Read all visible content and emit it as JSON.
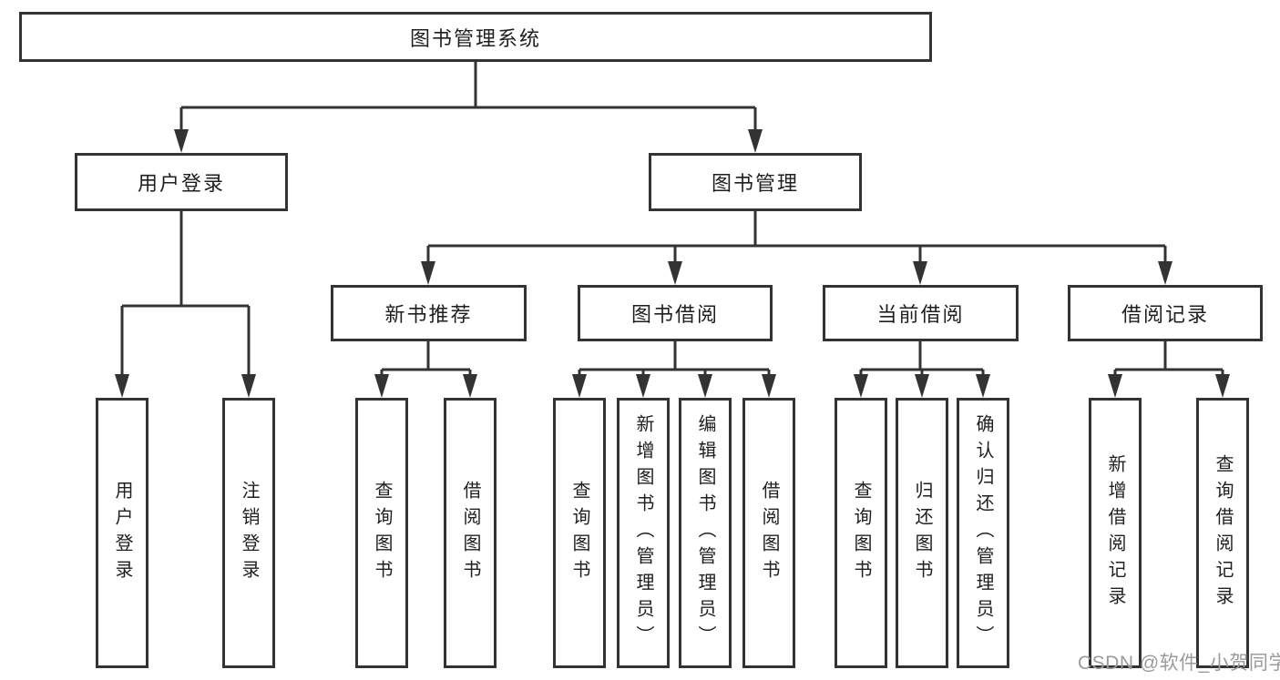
{
  "tree": {
    "root": {
      "label": "图书管理系统"
    },
    "branches": [
      {
        "label": "用户登录",
        "children": [
          {
            "label": "用户登录"
          },
          {
            "label": "注销登录"
          }
        ]
      },
      {
        "label": "图书管理",
        "children": [
          {
            "label": "新书推荐",
            "children": [
              {
                "label": "查询图书"
              },
              {
                "label": "借阅图书"
              }
            ]
          },
          {
            "label": "图书借阅",
            "children": [
              {
                "label": "查询图书"
              },
              {
                "label": "新增图书（管理员）"
              },
              {
                "label": "编辑图书（管理员）"
              },
              {
                "label": "借阅图书"
              }
            ]
          },
          {
            "label": "当前借阅",
            "children": [
              {
                "label": "查询图书"
              },
              {
                "label": "归还图书"
              },
              {
                "label": "确认归还（管理员）"
              }
            ]
          },
          {
            "label": "借阅记录",
            "children": [
              {
                "label": "新增借阅记录"
              },
              {
                "label": "查询借阅记录"
              }
            ]
          }
        ]
      }
    ]
  },
  "watermark": {
    "text": "CSDN @软件_小贺同学",
    "color": "#9b9b9b"
  },
  "colors": {
    "background": "#ffffff",
    "line": "#333333",
    "box_border": "#333333",
    "box_fill": "#ffffff",
    "text": "#1f1f1f"
  }
}
